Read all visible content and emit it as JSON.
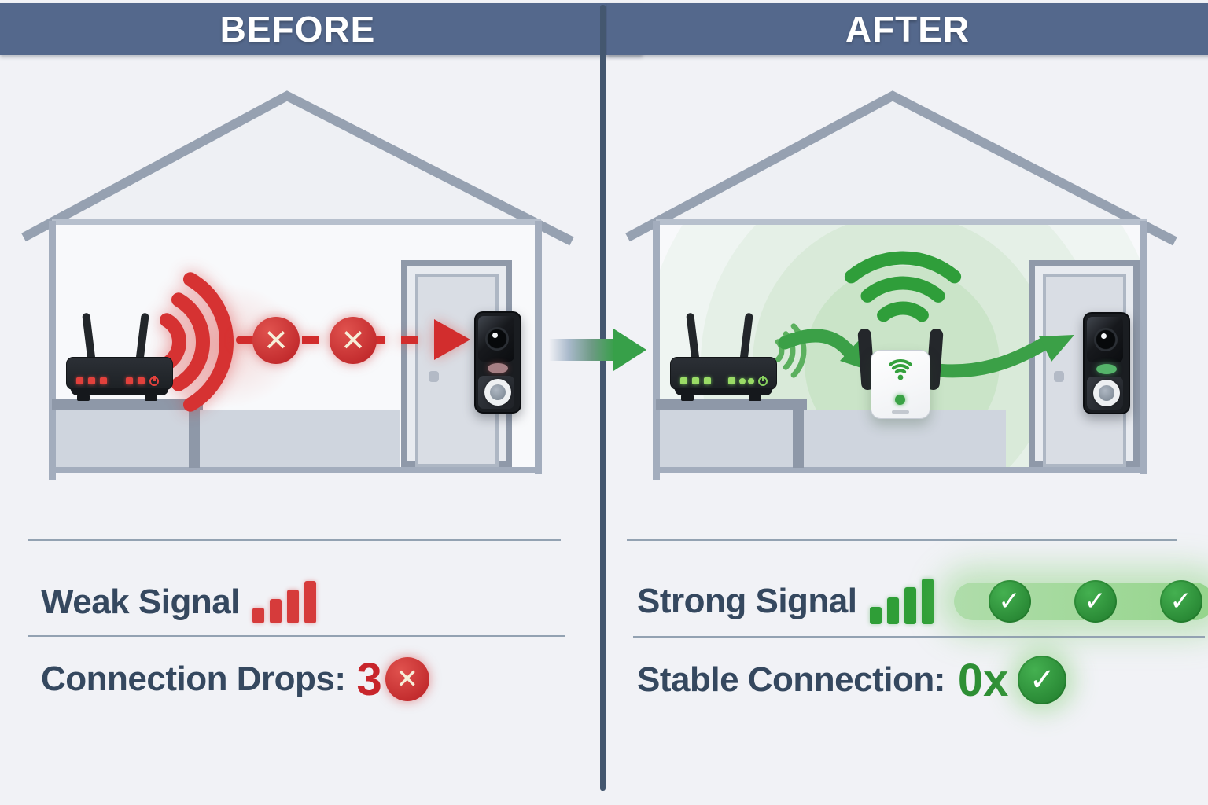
{
  "header": {
    "before": "BEFORE",
    "after": "AFTER"
  },
  "icons": {
    "check": "✓",
    "x": "✕"
  },
  "colors": {
    "header_bg": "#54688c",
    "divider": "#44576f",
    "text_dark": "#35485f",
    "accent_red": "#d23232",
    "accent_green": "#2f9e3a",
    "house_outline": "#96a1b1",
    "interior": "#f8f9fb"
  },
  "before": {
    "signal_label": "Weak Signal",
    "signal_bars": [
      20,
      31,
      43,
      54
    ],
    "drops_label": "Connection Drops:",
    "drops_value": "3",
    "blocked_marks": 2
  },
  "after": {
    "signal_label": "Strong Signal",
    "signal_bars": [
      22,
      34,
      47,
      58
    ],
    "stable_label": "Stable Connection:",
    "stable_value": "0x",
    "check_marks": 3
  }
}
